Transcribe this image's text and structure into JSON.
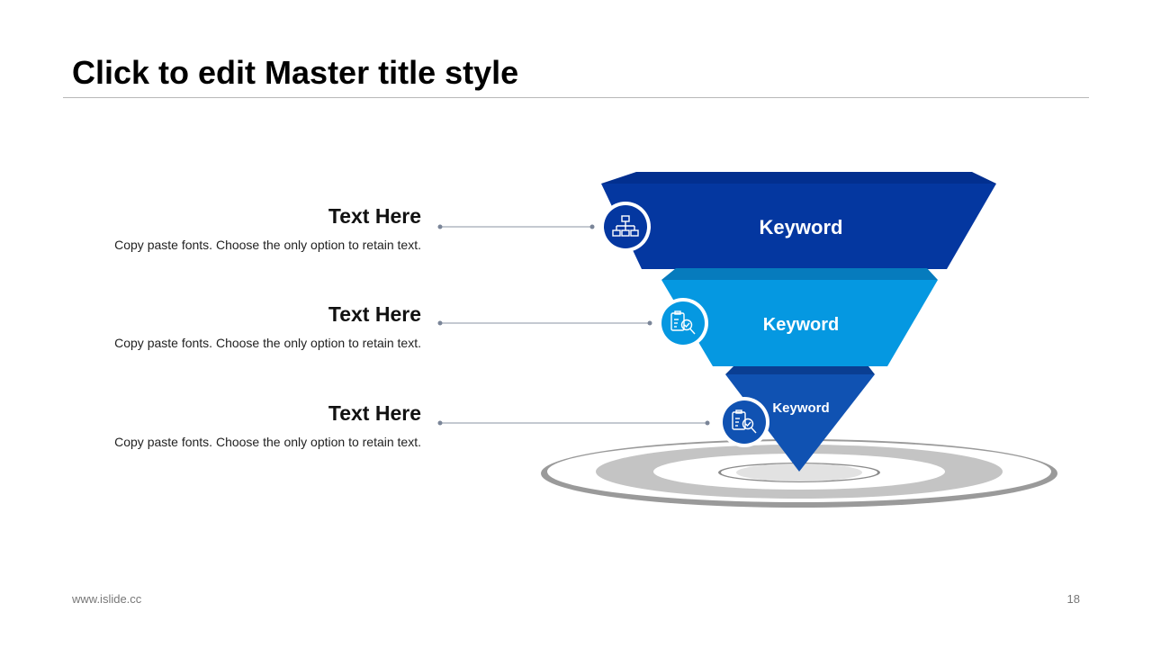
{
  "slide": {
    "title": "Click to edit Master title style",
    "footer_url": "www.islide.cc",
    "page_number": "18"
  },
  "items": [
    {
      "heading": "Text Here",
      "body": "Copy paste fonts. Choose the only option to retain text.",
      "keyword": "Keyword",
      "icon": "org-chart-icon",
      "color": "#0437a0"
    },
    {
      "heading": "Text Here",
      "body": "Copy paste fonts. Choose the only option to retain text.",
      "keyword": "Keyword",
      "icon": "document-search-icon",
      "color": "#0598e1"
    },
    {
      "heading": "Text Here",
      "body": "Copy paste fonts. Choose the only option to retain text.",
      "keyword": "Keyword",
      "icon": "document-search-icon",
      "color": "#1052b2"
    }
  ]
}
